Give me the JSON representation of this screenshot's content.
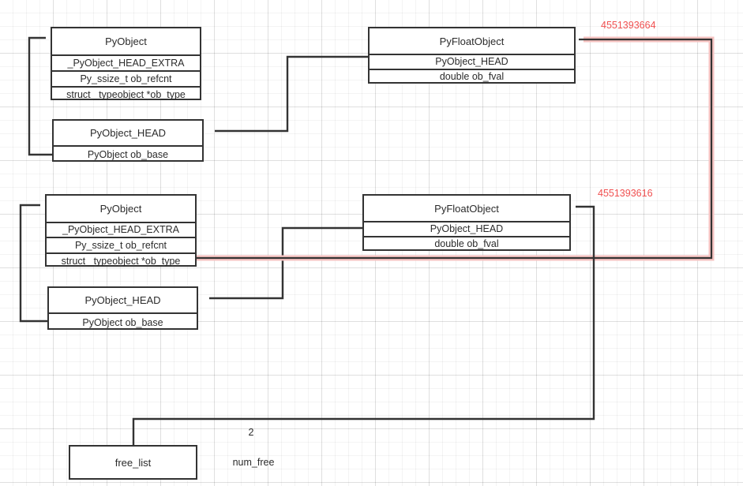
{
  "diagram": {
    "title": "CPython PyFloatObject free_list memory layout",
    "colors": {
      "box_border": "#333333",
      "text": "#2b2b2b",
      "wire": "#333333",
      "highlight_wire": "#f0908c",
      "address_text": "#f05050",
      "grid": "#e6e6e6",
      "background": "#ffffff"
    },
    "boxes": {
      "pyobject_top": {
        "title": "PyObject",
        "rows": [
          "_PyObject_HEAD_EXTRA",
          "Py_ssize_t ob_refcnt",
          "struct _typeobject *ob_type"
        ]
      },
      "pyobject_head_top": {
        "title": "PyObject_HEAD",
        "rows": [
          "PyObject ob_base"
        ]
      },
      "pyfloatobject_top": {
        "title": "PyFloatObject",
        "rows": [
          "PyObject_HEAD",
          "double ob_fval"
        ]
      },
      "pyobject_bottom": {
        "title": "PyObject",
        "rows": [
          "_PyObject_HEAD_EXTRA",
          "Py_ssize_t ob_refcnt",
          "struct _typeobject *ob_type"
        ]
      },
      "pyobject_head_bottom": {
        "title": "PyObject_HEAD",
        "rows": [
          "PyObject ob_base"
        ]
      },
      "pyfloatobject_bottom": {
        "title": "PyFloatObject",
        "rows": [
          "PyObject_HEAD",
          "double ob_fval"
        ]
      },
      "free_list": {
        "title": "free_list"
      }
    },
    "labels": {
      "address_top": "4551393664",
      "address_bottom": "4551393616",
      "num_free_value": "2",
      "num_free_label": "num_free"
    }
  }
}
